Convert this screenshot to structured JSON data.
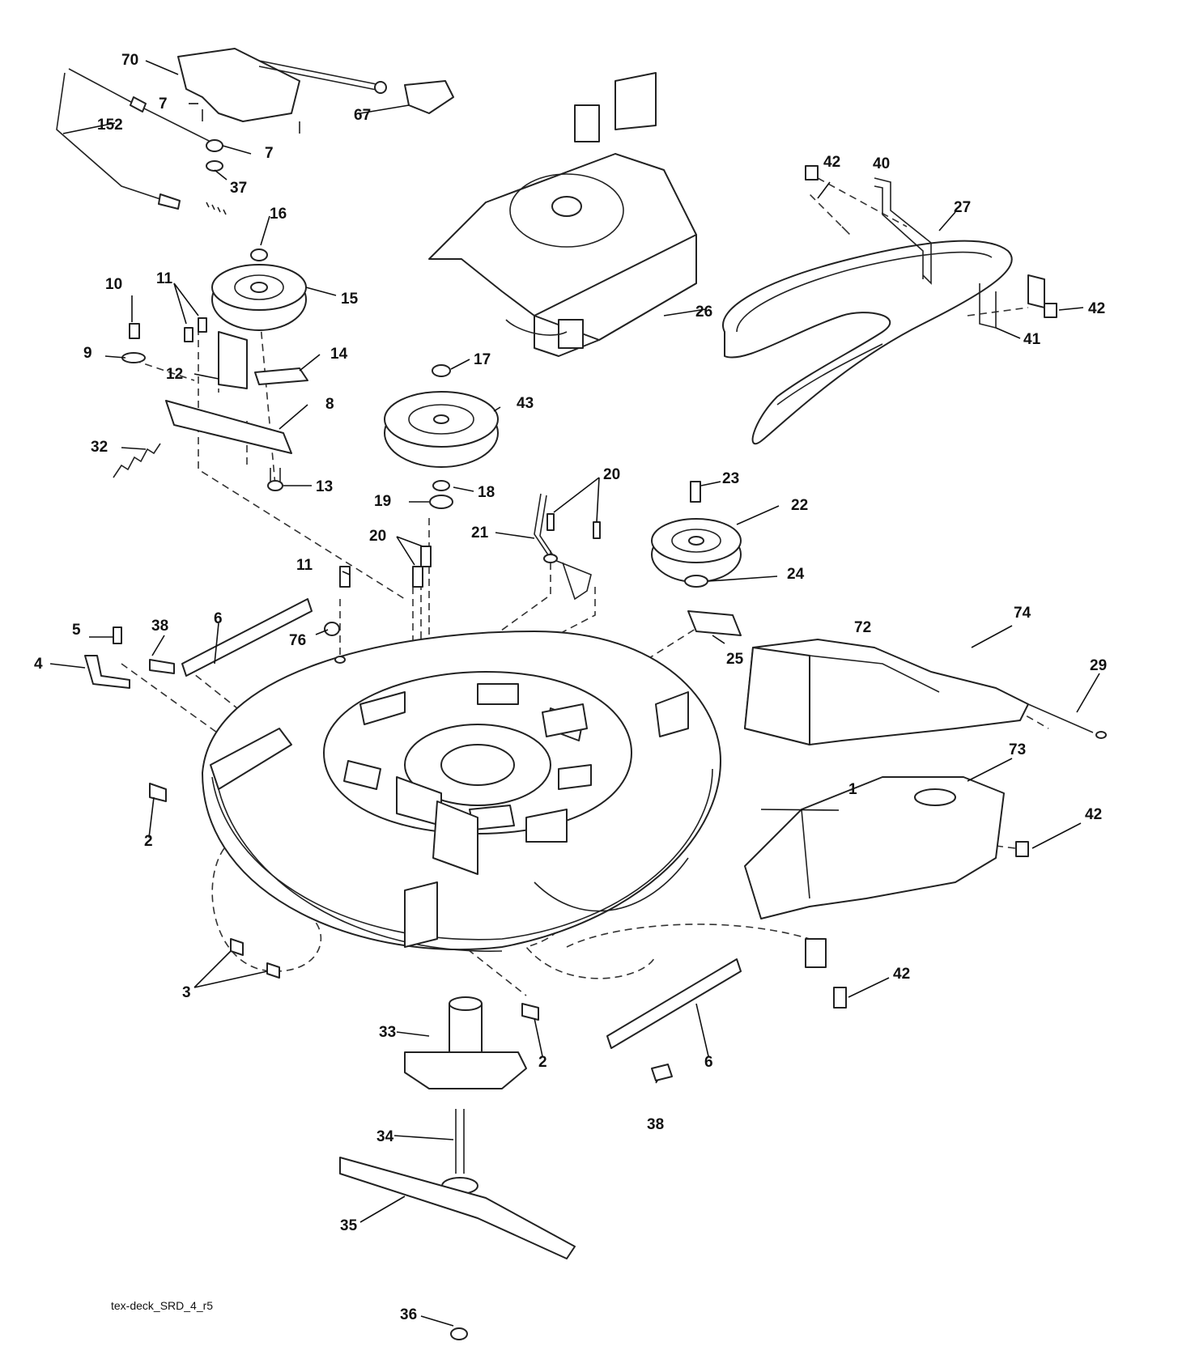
{
  "diagram": {
    "caption": "tex-deck_SRD_4_r5",
    "callouts": {
      "n1": "1",
      "n2a": "2",
      "n2b": "2",
      "n3": "3",
      "n4": "4",
      "n5": "5",
      "n6a": "6",
      "n6b": "6",
      "n7a": "7",
      "n7b": "7",
      "n8": "8",
      "n9": "9",
      "n10": "10",
      "n11a": "11",
      "n11b": "11",
      "n12": "12",
      "n13": "13",
      "n14": "14",
      "n15": "15",
      "n16": "16",
      "n17": "17",
      "n18": "18",
      "n19": "19",
      "n20a": "20",
      "n20b": "20",
      "n21": "21",
      "n22": "22",
      "n23": "23",
      "n24": "24",
      "n25": "25",
      "n26": "26",
      "n27": "27",
      "n29": "29",
      "n32": "32",
      "n33": "33",
      "n34": "34",
      "n35": "35",
      "n36": "36",
      "n37": "37",
      "n38a": "38",
      "n38b": "38",
      "n40": "40",
      "n41": "41",
      "n42a": "42",
      "n42b": "42",
      "n42c": "42",
      "n42d": "42",
      "n43": "43",
      "n67": "67",
      "n70": "70",
      "n72": "72",
      "n73": "73",
      "n74": "74",
      "n76": "76",
      "n152": "152"
    }
  }
}
